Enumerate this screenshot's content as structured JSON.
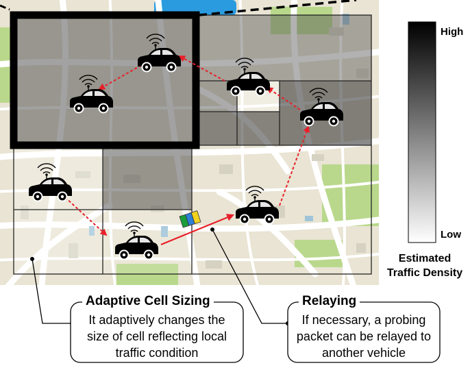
{
  "legend": {
    "high_label": "High",
    "low_label": "Low",
    "title_line1": "Estimated",
    "title_line2": "Traffic Density",
    "gradient_top_color": "#000000",
    "gradient_bottom_color": "#ffffff"
  },
  "callouts": {
    "cell_sizing": {
      "title": "Adaptive Cell Sizing",
      "lines": [
        "It adaptively changes the",
        "size of cell reflecting local",
        "traffic condition"
      ]
    },
    "relaying": {
      "title": "Relaying",
      "lines": [
        "If necessary, a probing",
        "packet can be relayed to",
        "another vehicle"
      ]
    }
  },
  "colors": {
    "map_base": "#e9e4d3",
    "road": "#ffffff",
    "park_green": "#b9d88c",
    "water_blue": "#2b9be0",
    "arrow_red": "#e8202a",
    "packet_colors": [
      "#1a9e3c",
      "#2f7fd6",
      "#f2d21e"
    ]
  },
  "icons": {
    "vehicle": "car-icon",
    "wireless": "wireless-signal-icon",
    "packet": "probing-packet-icon"
  }
}
